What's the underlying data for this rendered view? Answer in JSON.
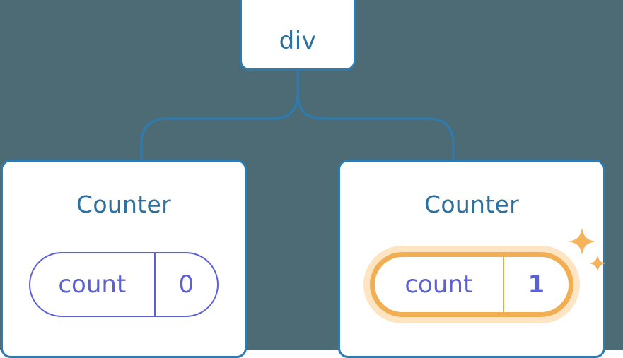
{
  "diagram": {
    "type": "component-tree",
    "background_color": "#4d6b75",
    "node_border_color": "#2e7caf",
    "node_text_color": "#2d6f9e",
    "state_color": "#5b61d4",
    "highlight_color": "#f2ae52",
    "highlight_glow_color": "#fac478"
  },
  "root": {
    "label": "div",
    "icon": "root-node"
  },
  "children": [
    {
      "title": "Counter",
      "state": {
        "key": "count",
        "value": "0"
      },
      "highlighted": false,
      "sparkle": false
    },
    {
      "title": "Counter",
      "state": {
        "key": "count",
        "value": "1"
      },
      "highlighted": true,
      "sparkle": true,
      "sparkle_icon": "sparkles-icon"
    }
  ],
  "connectors": {
    "icon": "tree-connector-lines",
    "color": "#2e7caf",
    "stroke_width": 3
  }
}
